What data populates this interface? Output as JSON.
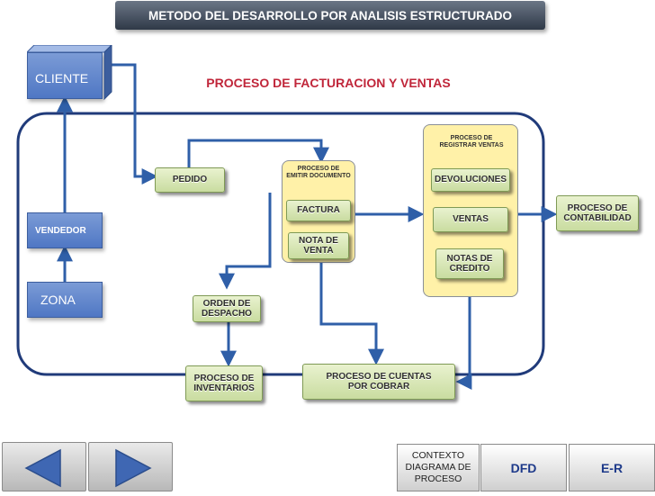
{
  "header": {
    "title": "METODO DEL DESARROLLO POR ANALISIS ESTRUCTURADO"
  },
  "diagram": {
    "subtitle": "PROCESO DE FACTURACION Y VENTAS",
    "entities": {
      "cliente": "CLIENTE",
      "vendedor": "VENDEDOR",
      "zona": "ZONA"
    },
    "processes": {
      "pedido": "PEDIDO",
      "emitir_documento": "PROCESO DE EMITIR DOCUMENTO",
      "factura": "FACTURA",
      "nota_de_venta": "NOTA DE VENTA",
      "registrar_ventas": "PROCESO DE REGISTRAR VENTAS",
      "devoluciones": "DEVOLUCIONES",
      "ventas": "VENTAS",
      "notas_de_credito": "NOTAS DE CREDITO",
      "orden_de_despacho": "ORDEN DE DESPACHO",
      "inventarios": "PROCESO DE INVENTARIOS",
      "cuentas_por_cobrar": "PROCESO DE CUENTAS POR COBRAR",
      "contabilidad": "PROCESO DE CONTABILIDAD"
    }
  },
  "colors": {
    "header": "#2f3947",
    "subtitle": "#c0263a",
    "entity": "#4f77c4",
    "process": "#c9dca0",
    "panel": "#fff1a8",
    "connector": "#2f5fa8",
    "nav_arrow": "#3f67b3"
  },
  "nav": {
    "prev_icon": "arrow-left-icon",
    "next_icon": "arrow-right-icon",
    "contexto": "CONTEXTO DIAGRAMA DE PROCESO",
    "dfd": "DFD",
    "er": "E-R"
  }
}
